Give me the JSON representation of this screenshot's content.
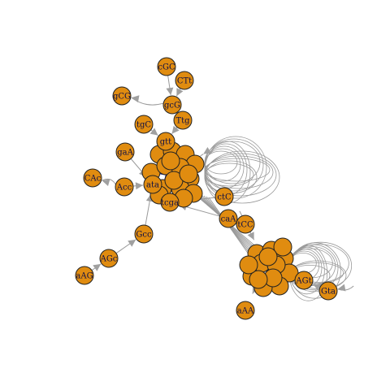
{
  "graph": {
    "node_fill": "#e08c10",
    "node_stroke": "#222222",
    "edge_color": "#999999",
    "arrow_color": "#a0a0a0",
    "dense_edge_color": "#1a1a8c",
    "labeled_nodes": [
      {
        "id": "cGC",
        "label": "cGC"
      },
      {
        "id": "CTt",
        "label": "CTt"
      },
      {
        "id": "gCG",
        "label": "gCG"
      },
      {
        "id": "gcG",
        "label": "gcG"
      },
      {
        "id": "Ttg",
        "label": "Ttg"
      },
      {
        "id": "tgC",
        "label": "tgC"
      },
      {
        "id": "gtt",
        "label": "gtt"
      },
      {
        "id": "gaA",
        "label": "gaA"
      },
      {
        "id": "CAc",
        "label": "CAc"
      },
      {
        "id": "Acc",
        "label": "Acc"
      },
      {
        "id": "ata",
        "label": "ata"
      },
      {
        "id": "tcga",
        "label": "tcga"
      },
      {
        "id": "ctC",
        "label": "ctC"
      },
      {
        "id": "caA",
        "label": "caA"
      },
      {
        "id": "tCC",
        "label": "tCC"
      },
      {
        "id": "Gcc",
        "label": "Gcc"
      },
      {
        "id": "AGc",
        "label": "AGc"
      },
      {
        "id": "aAG",
        "label": "aAG"
      },
      {
        "id": "AGt",
        "label": "AGt"
      },
      {
        "id": "Gta",
        "label": "Gta"
      },
      {
        "id": "aAA",
        "label": "aAA"
      }
    ]
  }
}
